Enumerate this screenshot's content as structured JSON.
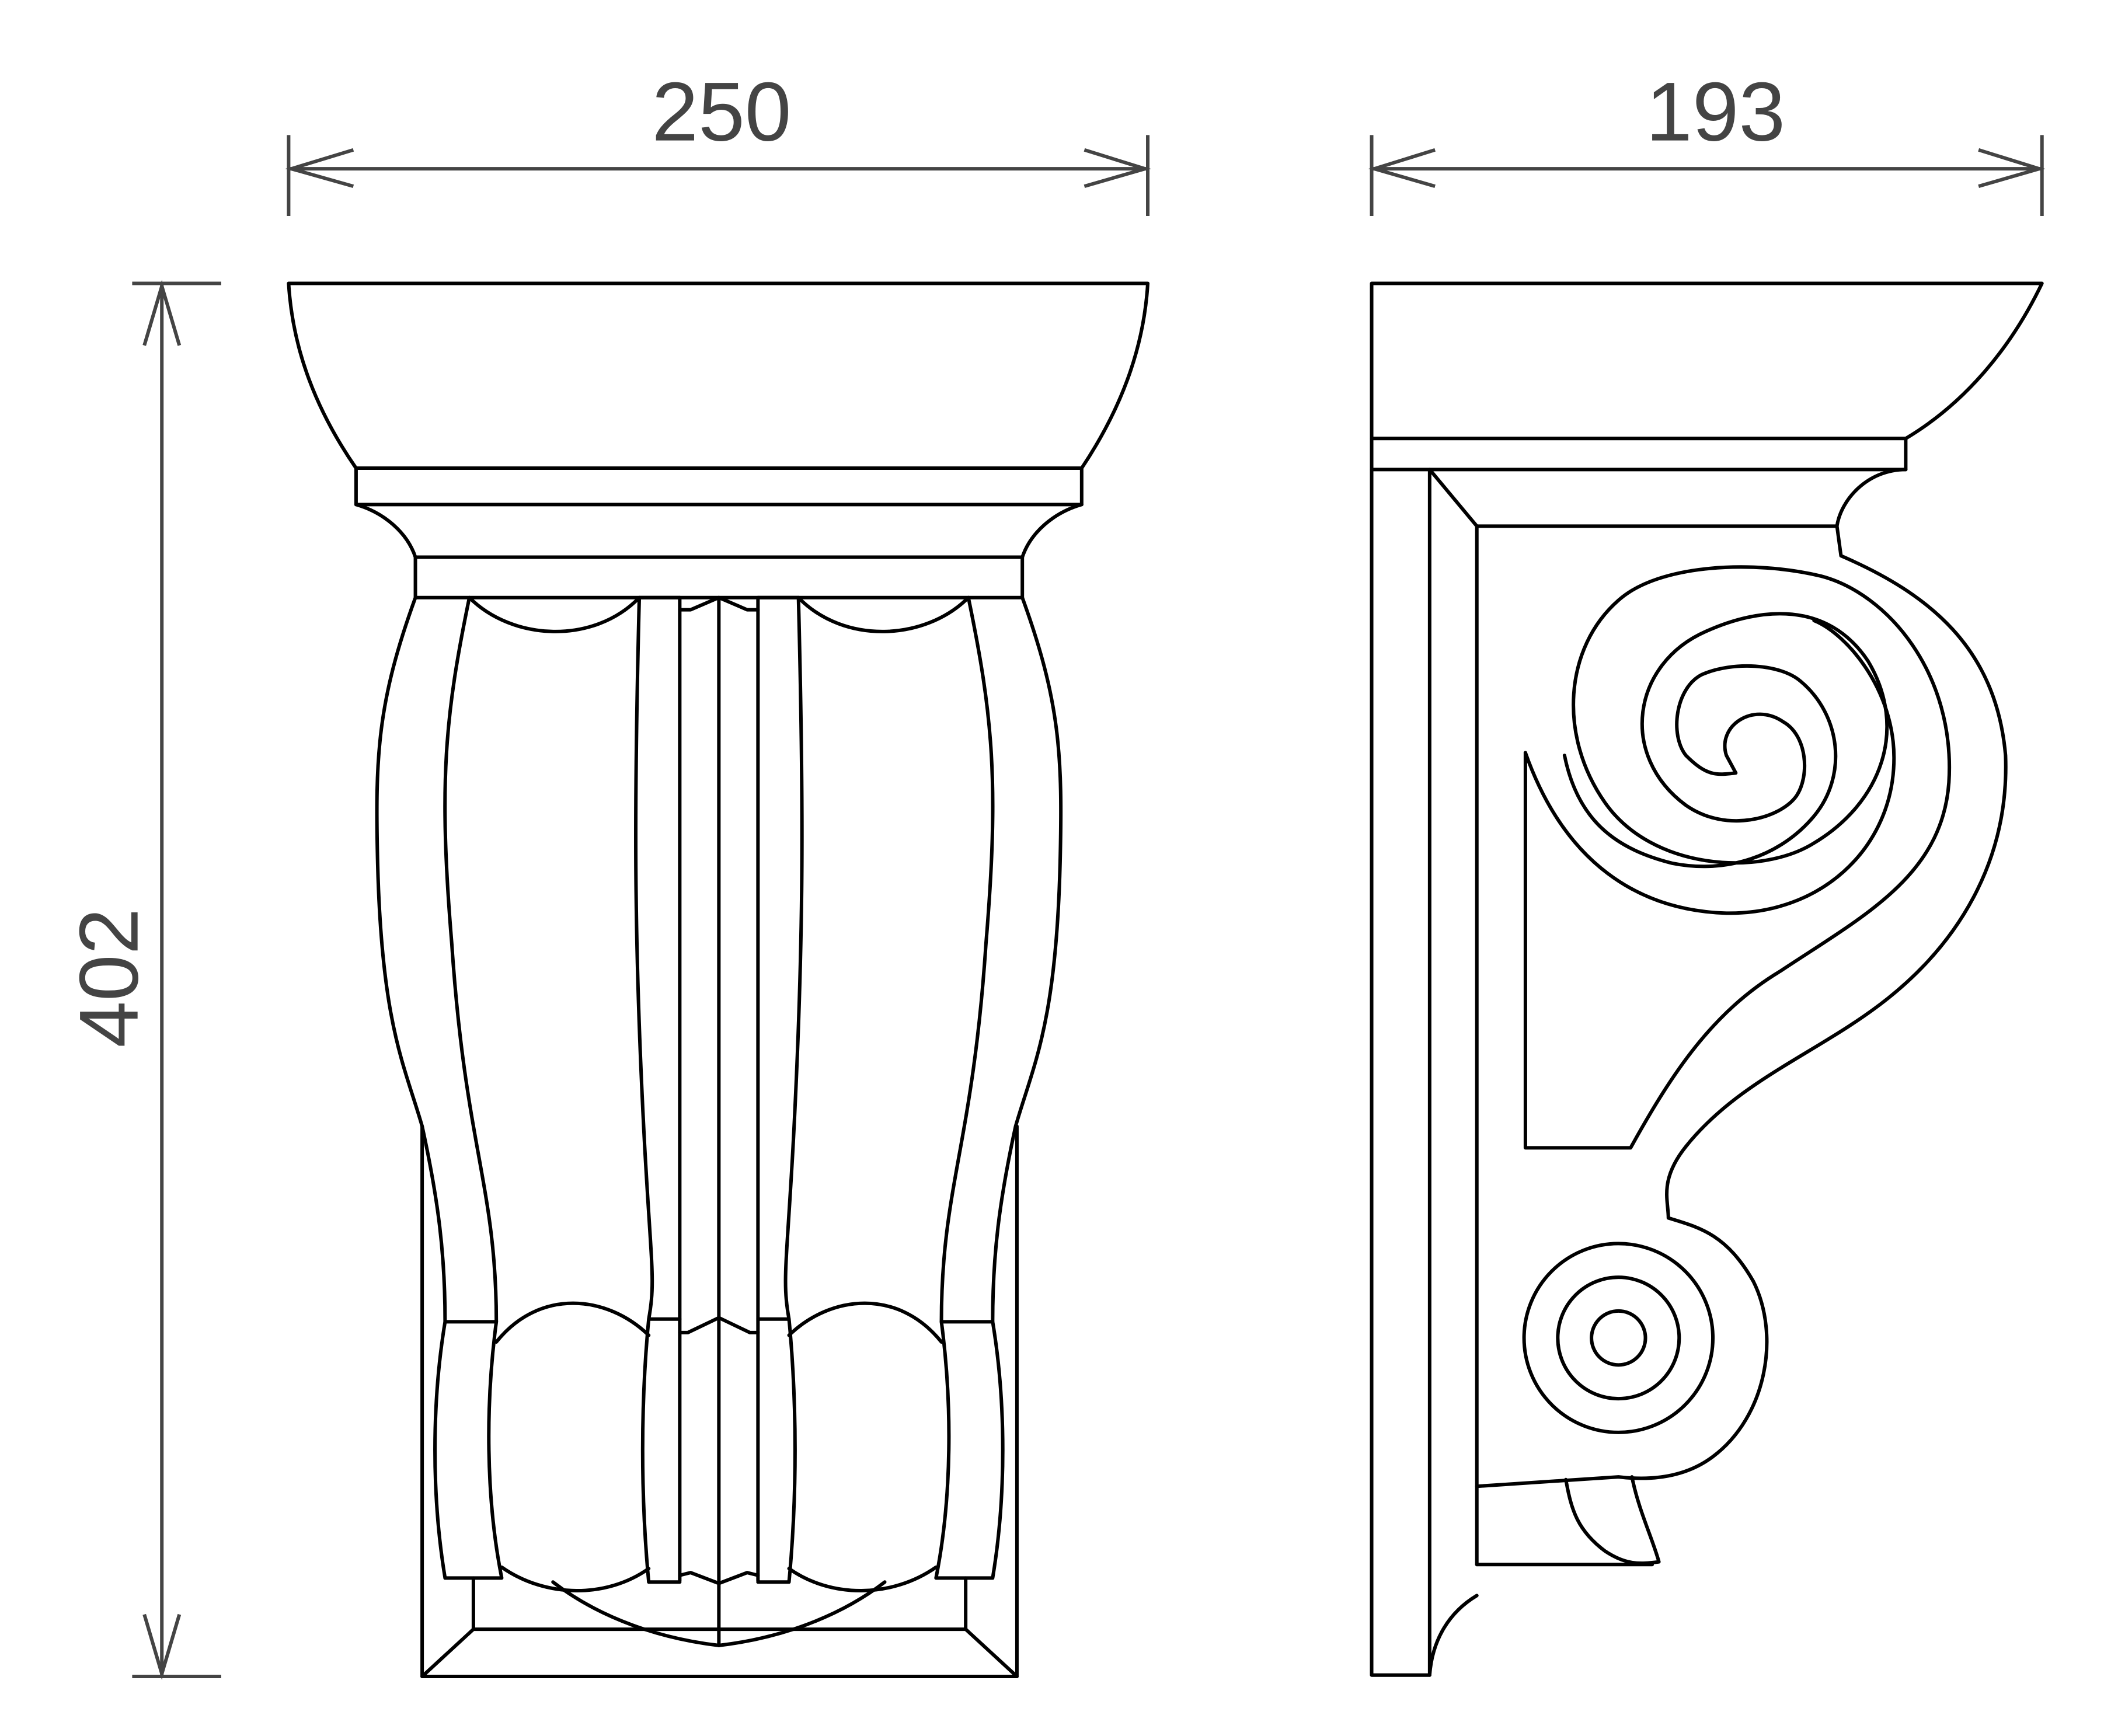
{
  "drawing": {
    "front_view": {
      "width_label": "250",
      "height_label": "402"
    },
    "side_view": {
      "depth_label": "193"
    },
    "colors": {
      "line": "#000000",
      "dimension": "#444444",
      "background": "#ffffff"
    }
  }
}
